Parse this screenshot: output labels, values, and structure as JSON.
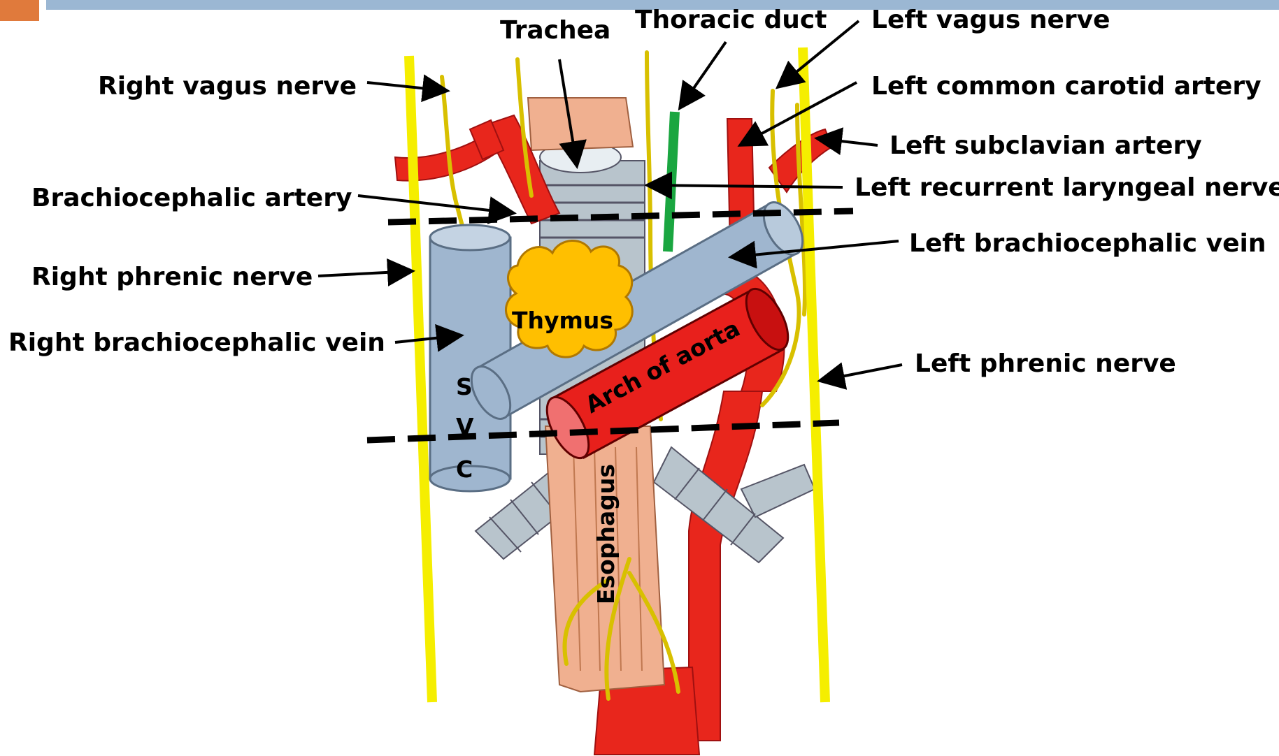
{
  "slide": {
    "accent_color": "#e07a3c",
    "band_color": "#9bb7d3"
  },
  "labels": {
    "trachea": "Trachea",
    "thoracic_duct": "Thoracic duct",
    "left_vagus_nerve": "Left vagus nerve",
    "right_vagus_nerve": "Right vagus nerve",
    "left_common_carotid_artery": "Left common carotid artery",
    "left_subclavian_artery": "Left subclavian artery",
    "brachiocephalic_artery": "Brachiocephalic artery",
    "left_recurrent_laryngeal_nerve": "Left recurrent laryngeal nerve",
    "left_brachiocephalic_vein": "Left brachiocephalic vein",
    "right_phrenic_nerve": "Right phrenic nerve",
    "right_brachiocephalic_vein": "Right brachiocephalic vein",
    "left_phrenic_nerve": "Left phrenic nerve"
  },
  "structures": {
    "thymus": "Thymus",
    "arch_of_aorta": "Arch of aorta",
    "esophagus": "Esophagus",
    "svc_s": "S",
    "svc_v": "V",
    "svc_c": "C"
  },
  "colors": {
    "artery": "#e8261c",
    "vein": "#9fb6cf",
    "nerve": "#f0e000",
    "duct": "#1aa640",
    "thymus": "#ffbf00",
    "esophagus": "#f0b090",
    "trachea": "#b8c4cc"
  }
}
